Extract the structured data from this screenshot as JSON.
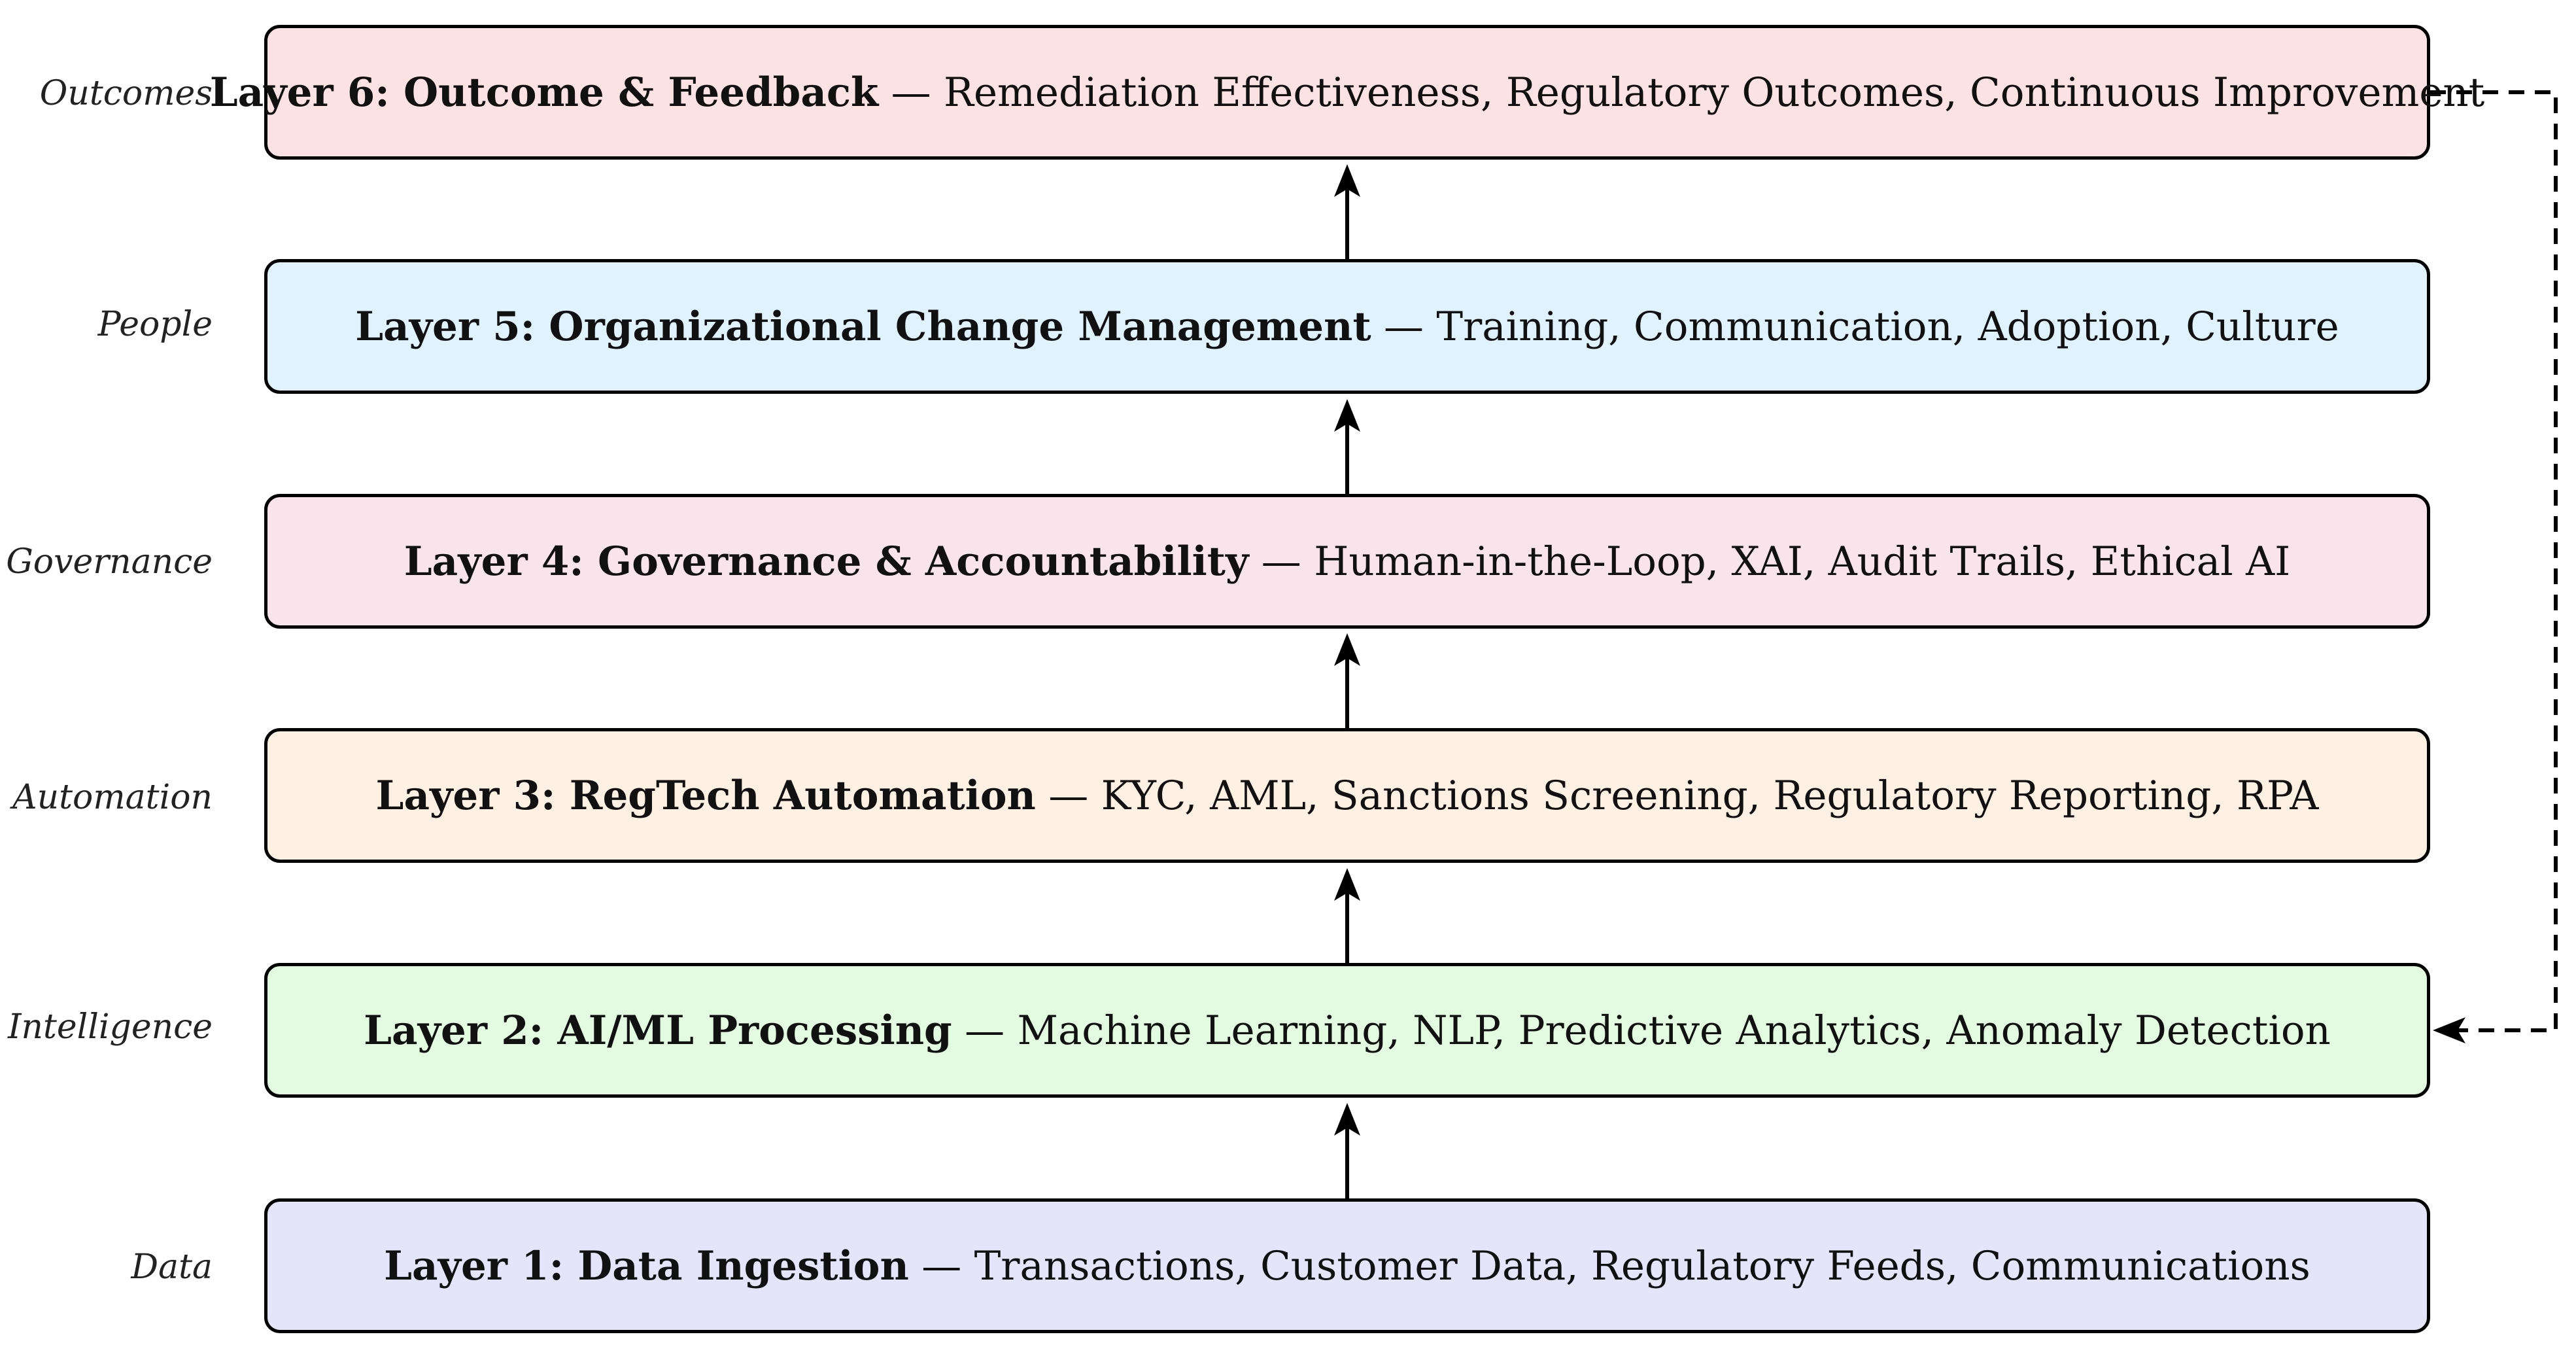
{
  "layers": [
    {
      "side_label": "Outcomes",
      "title": "Layer 6: Outcome & Feedback",
      "separator": " — ",
      "description": "Remediation Effectiveness, Regulatory Outcomes, Continuous Improvement",
      "fill": "#fde2e4"
    },
    {
      "side_label": "People",
      "title": "Layer 5: Organizational Change Management",
      "separator": " — ",
      "description": "Training, Communication, Adoption, Culture",
      "fill": "#e0f2fd"
    },
    {
      "side_label": "Governance",
      "title": "Layer 4: Governance & Accountability",
      "separator": " — ",
      "description": "Human-in-the-Loop, XAI, Audit Trails, Ethical AI",
      "fill": "#f8e4ea"
    },
    {
      "side_label": "Automation",
      "title": "Layer 3: RegTech Automation",
      "separator": " — ",
      "description": "KYC, AML, Sanctions Screening, Regulatory Reporting, RPA",
      "fill": "#fef0e3"
    },
    {
      "side_label": "Intelligence",
      "title": "Layer 2: AI/ML Processing",
      "separator": " — ",
      "description": "Machine Learning, NLP, Predictive Analytics, Anomaly Detection",
      "fill": "#e3fbe1"
    },
    {
      "side_label": "Data",
      "title": "Layer 1: Data Ingestion",
      "separator": " — ",
      "description": "Transactions, Customer Data, Regulatory Feeds, Communications",
      "fill": "#e4e4fb"
    }
  ],
  "feedback_loop": {
    "from": "Layer 6: Outcome & Feedback",
    "to": "Layer 2: AI/ML Processing",
    "style": "dashed"
  }
}
